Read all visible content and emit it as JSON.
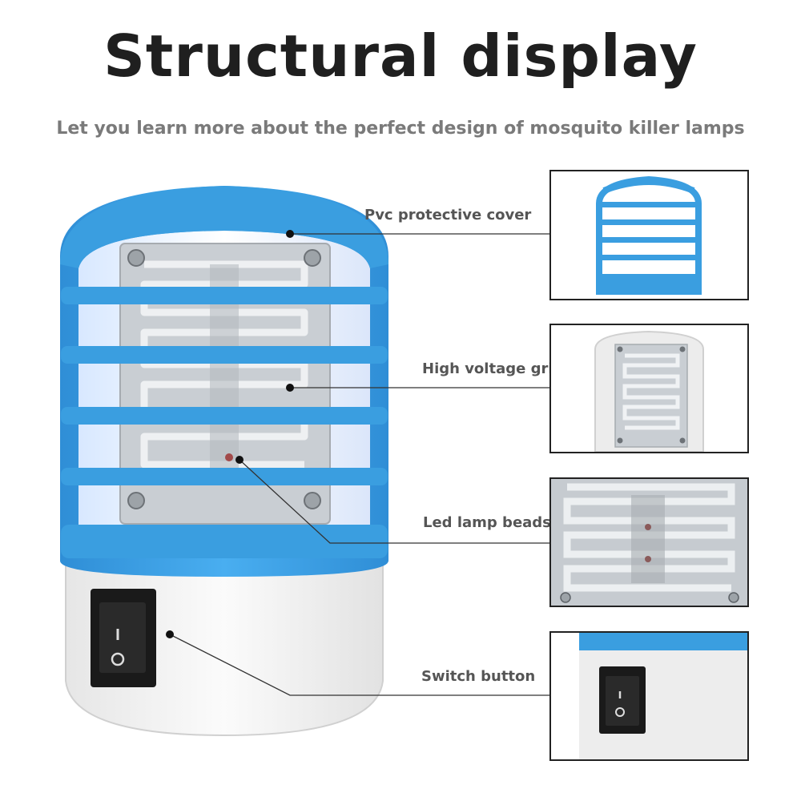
{
  "header": {
    "title": "Structural display",
    "subtitle": "Let you learn more about the perfect design of mosquito killer lamps"
  },
  "callouts": [
    {
      "label": "Pvc protective cover"
    },
    {
      "label": "High voltage grid"
    },
    {
      "label": "Led lamp beads"
    },
    {
      "label": "Switch button"
    }
  ],
  "switch": {
    "on_symbol": "I",
    "off_symbol": "O"
  },
  "colors": {
    "cover_blue": "#3a9ee0",
    "plastic_white": "#f2f2f2",
    "metal": "#c8ccd0",
    "text_dark": "#1f1f1f"
  }
}
